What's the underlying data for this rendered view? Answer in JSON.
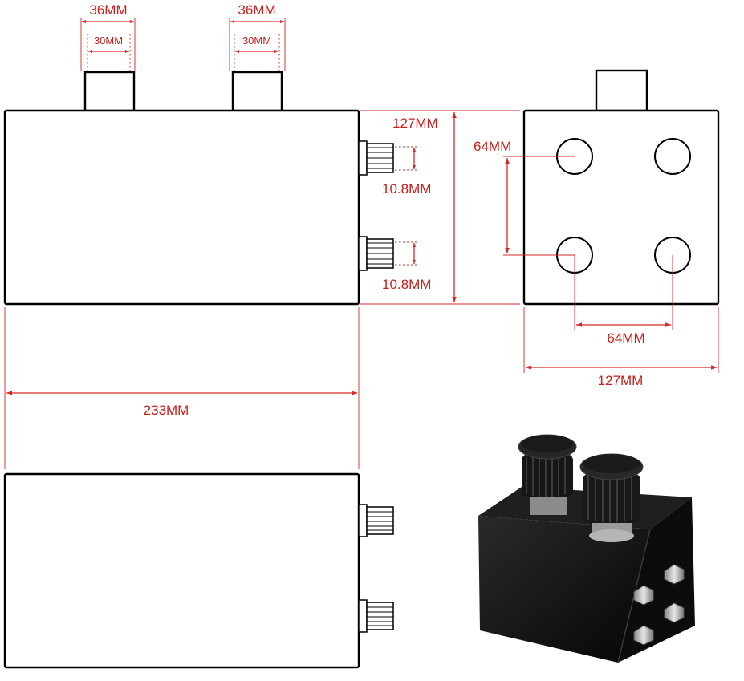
{
  "dimensions": {
    "port_outer_1": "36MM",
    "port_inner_1": "30MM",
    "port_outer_2": "36MM",
    "port_inner_2": "30MM",
    "height": "127MM",
    "fitting_1": "10.8MM",
    "fitting_2": "10.8MM",
    "length": "233MM",
    "hole_vertical": "64MM",
    "hole_horizontal": "64MM",
    "width": "127MM"
  },
  "colors": {
    "dimension": "#c8201c",
    "outline": "#000000",
    "product_body": "#111111",
    "fitting_metal": "#b8b8b8"
  }
}
